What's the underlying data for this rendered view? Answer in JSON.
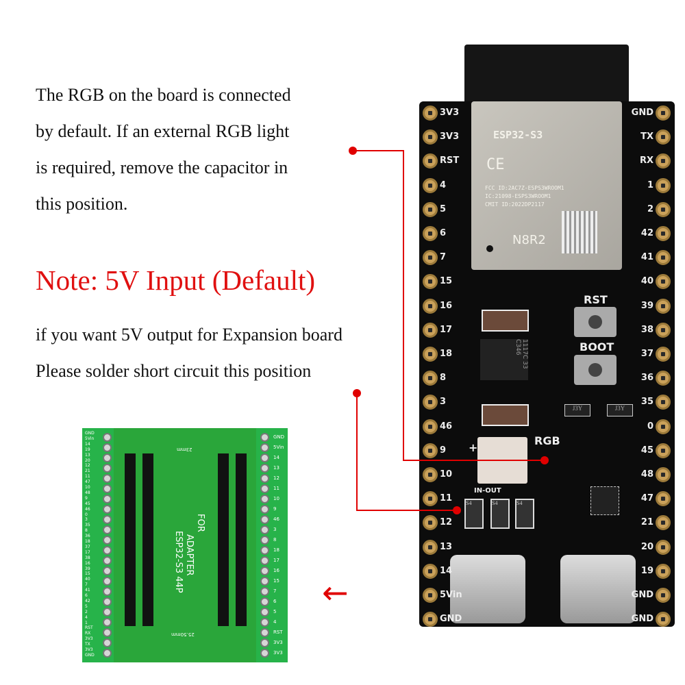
{
  "annotation": {
    "description_lines": [
      "The RGB on the board is connected",
      "by default. If an external RGB light",
      "is required, remove the capacitor in",
      "this position."
    ],
    "note": "Note: 5V Input (Default)",
    "sub_lines": [
      "if you want 5V output for Expansion board",
      "Please solder short circuit this position"
    ],
    "accent_color": "#e00000"
  },
  "board": {
    "module": {
      "name": "ESP32-S3",
      "ce": "CE",
      "fcc": "FCC ID:2AC7Z-ESPS3WROOM1",
      "ic": "IC:21098-ESPS3WROOM1",
      "cmit": "CMIT ID:2022DP2117",
      "variant": "N8R2"
    },
    "left_pins": [
      "3V3",
      "3V3",
      "RST",
      "4",
      "5",
      "6",
      "7",
      "15",
      "16",
      "17",
      "18",
      "8",
      "3",
      "46",
      "9",
      "10",
      "11",
      "12",
      "13",
      "14",
      "5Vin",
      "GND"
    ],
    "right_pins": [
      "GND",
      "TX",
      "RX",
      "1",
      "2",
      "42",
      "41",
      "40",
      "39",
      "38",
      "37",
      "36",
      "35",
      "0",
      "45",
      "48",
      "47",
      "21",
      "20",
      "19",
      "GND",
      "GND"
    ],
    "rst_label": "RST",
    "boot_label": "BOOT",
    "rgb_label": "RGB",
    "in_out_label": "IN-OUT",
    "regulator": "1117C 33 C346",
    "transistor_mark": "J3Y",
    "diode_mark": "S4",
    "plus": "+"
  },
  "adapter": {
    "title": "ADAPTER",
    "for": "FOR",
    "model": "ESP32-S3 44P",
    "top_dim": "23mm",
    "bottom_dim": "25.50mm",
    "left_labels": [
      "GND",
      "5Vin",
      "14",
      "19",
      "13",
      "20",
      "12",
      "21",
      "11",
      "47",
      "10",
      "48",
      "9",
      "45",
      "46",
      "0",
      "3",
      "35",
      "8",
      "36",
      "18",
      "37",
      "17",
      "38",
      "16",
      "39",
      "15",
      "40",
      "7",
      "41",
      "6",
      "42",
      "5",
      "2",
      "4",
      "1",
      "RST",
      "RX",
      "3V3",
      "TX",
      "3V3",
      "GND"
    ],
    "right_labels": [
      "GND",
      "5Vin",
      "14",
      "13",
      "12",
      "11",
      "10",
      "9",
      "46",
      "3",
      "8",
      "18",
      "17",
      "16",
      "15",
      "7",
      "6",
      "5",
      "4",
      "RST",
      "3V3",
      "3V3"
    ],
    "color": "#2aa63a"
  },
  "arrow": "←"
}
